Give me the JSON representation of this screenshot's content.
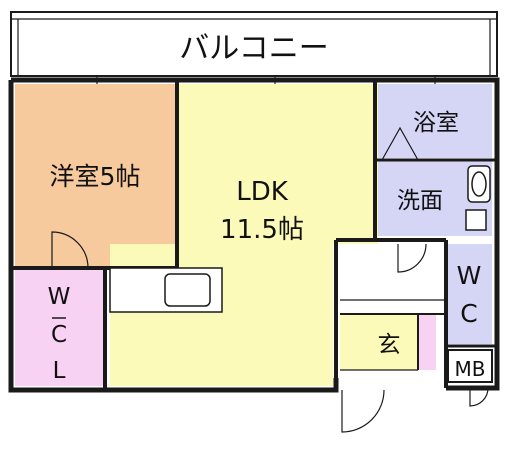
{
  "rooms": {
    "balcony": "バルコニー",
    "western_room": "洋室5帖",
    "ldk_name": "LDK",
    "ldk_size": "11.5帖",
    "bath": "浴室",
    "washroom": "洗面",
    "wc": [
      "W",
      "C"
    ],
    "wcl": [
      "W",
      "C",
      "L"
    ],
    "entrance": "玄",
    "mb": "MB"
  },
  "colors": {
    "western_room": "#f7ca9e",
    "ldk": "#fbfab9",
    "bath": "#d5d5f5",
    "washroom": "#d5d5f5",
    "wc": "#d5d5f5",
    "wcl": "#f7d2f2",
    "entrance": "#fbfab9",
    "entrance_closet": "#f7d2f2",
    "wall": "#1a1a1a"
  }
}
